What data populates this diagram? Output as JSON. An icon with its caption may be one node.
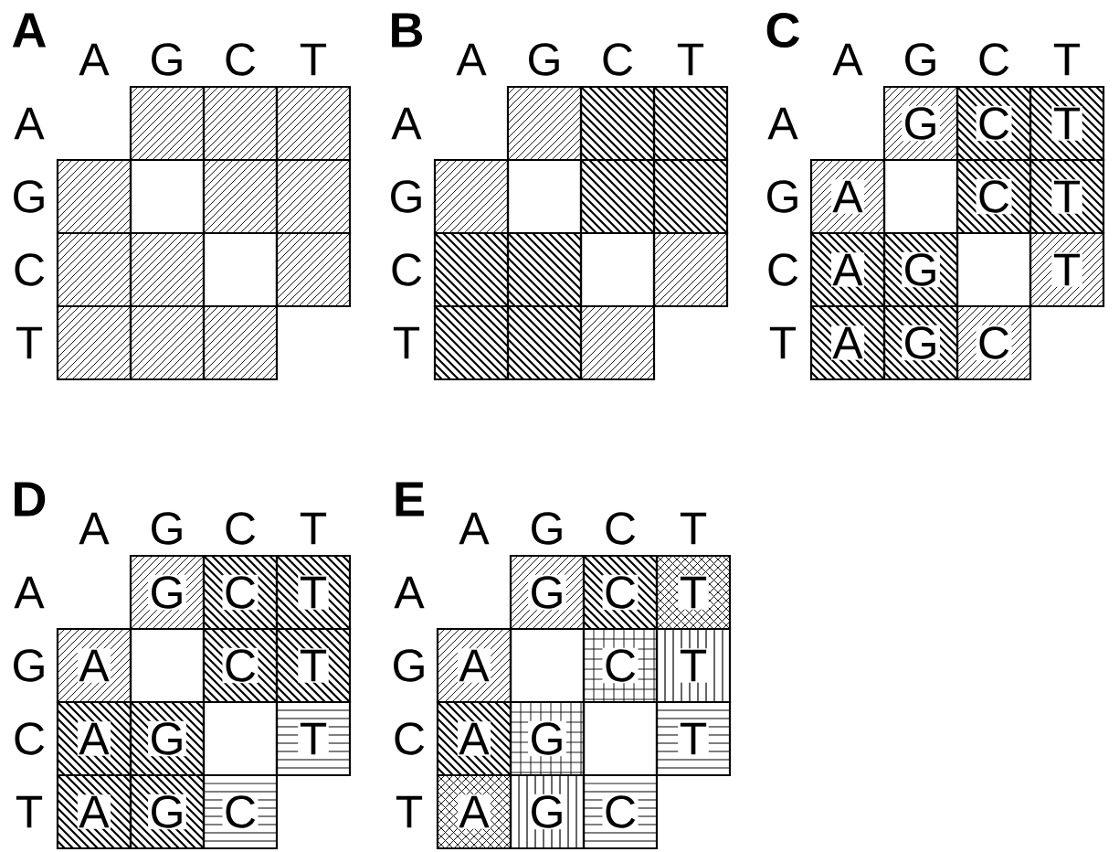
{
  "diagram": {
    "labels": [
      "A",
      "A",
      "G",
      "C",
      "T",
      "A",
      "G",
      "C",
      "T",
      "B",
      "A",
      "G",
      "C",
      "T",
      "A",
      "G",
      "C",
      "T",
      "C",
      "A",
      "G",
      "C",
      "T",
      "A",
      "G",
      "C",
      "T",
      "G",
      "A",
      "C",
      "T",
      "C",
      "A",
      "G",
      "T",
      "T",
      "A",
      "G",
      "C",
      "D",
      "A",
      "G",
      "C",
      "T",
      "A",
      "G",
      "C",
      "T",
      "G",
      "A",
      "C",
      "T",
      "C",
      "A",
      "G",
      "T",
      "T",
      "A",
      "G",
      "C",
      "E",
      "A",
      "G",
      "C",
      "T",
      "A",
      "G",
      "C",
      "T",
      "G",
      "A",
      "C",
      "T",
      "C",
      "A",
      "G",
      "T",
      "T",
      "A",
      "G",
      "C"
    ]
  }
}
